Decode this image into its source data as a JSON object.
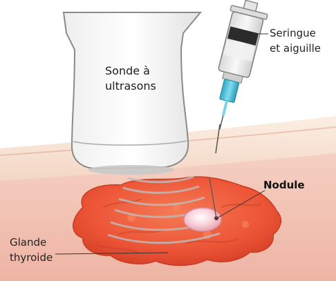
{
  "labels": {
    "probe": "Sonde à\nultrasons",
    "syringe": "Seringue\net aiguille",
    "nodule": "Nodule",
    "gland": "Glande\nthyroide"
  },
  "colors": {
    "skin_light": "#f6ddc9",
    "skin_dark": "#e9b9a3",
    "tissue": "#f3c4b6",
    "gland": "#ef5a3a",
    "gland_shade": "#d8442a",
    "nodule": "#f7c9d3",
    "needle_hub": "#4fc3d9",
    "probe_body": "#fbfbfb",
    "probe_outline": "#8a8a8a"
  }
}
